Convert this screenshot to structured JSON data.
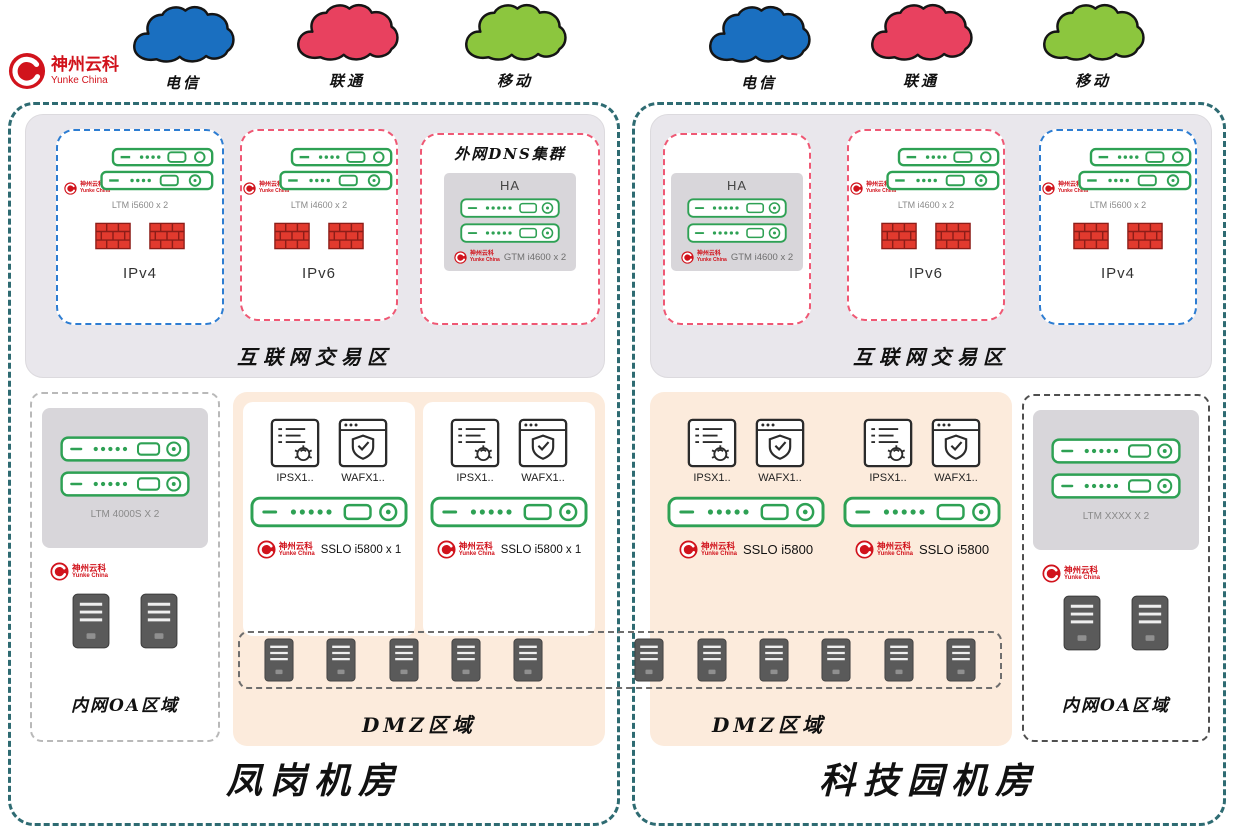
{
  "brand": {
    "name": "神州云科",
    "subtitle": "Yunke China"
  },
  "isps": [
    {
      "label": "电信",
      "color": "#1a6fc0"
    },
    {
      "label": "联通",
      "color": "#e8415f"
    },
    {
      "label": "移动",
      "color": "#8cc63e"
    }
  ],
  "colors": {
    "dc_border": "#2e6b72",
    "zone_bg": "#e9e7ec",
    "dmz_bg": "#fcebdc",
    "ipv4_border": "#2d7dd2",
    "ipv6_border": "#ef5874",
    "appliance_green": "#2ea154",
    "firewall_red": "#e23a2e",
    "logo_red": "#d1131c"
  },
  "datacenters": [
    {
      "name": "凤岗机房",
      "internet_zone": {
        "label": "互联网交易区",
        "dns_title": "外网DNS集群",
        "ipv4": {
          "label": "IPv4",
          "device": "LTM i5600 x 2"
        },
        "ipv6": {
          "label": "IPv6",
          "device": "LTM i4600 x 2"
        },
        "dns": {
          "ha": "HA",
          "device": "GTM i4600 x 2"
        }
      },
      "oa": {
        "label": "内网OA区域",
        "device": "LTM 4000S X 2"
      },
      "dmz": {
        "label": "DMZ区域",
        "stacks": [
          {
            "ips": "IPSX1..",
            "waf": "WAFX1..",
            "sslo": "SSLO i5800 x 1"
          },
          {
            "ips": "IPSX1..",
            "waf": "WAFX1..",
            "sslo": "SSLO i5800 x 1"
          }
        ]
      }
    },
    {
      "name": "科技园机房",
      "internet_zone": {
        "label": "互联网交易区",
        "ipv4": {
          "label": "IPv4",
          "device": "LTM i5600 x 2"
        },
        "ipv6": {
          "label": "IPv6",
          "device": "LTM i4600 x 2"
        },
        "dns": {
          "ha": "HA",
          "device": "GTM i4600 x 2"
        }
      },
      "oa": {
        "label": "内网OA区域",
        "device": "LTM XXXX X 2"
      },
      "dmz": {
        "label": "DMZ区域",
        "stacks": [
          {
            "ips": "IPSX1..",
            "waf": "WAFX1..",
            "sslo": "SSLO i5800"
          },
          {
            "ips": "IPSX1..",
            "waf": "WAFX1..",
            "sslo": "SSLO i5800"
          }
        ]
      }
    }
  ],
  "server_row": {
    "count": 11
  }
}
